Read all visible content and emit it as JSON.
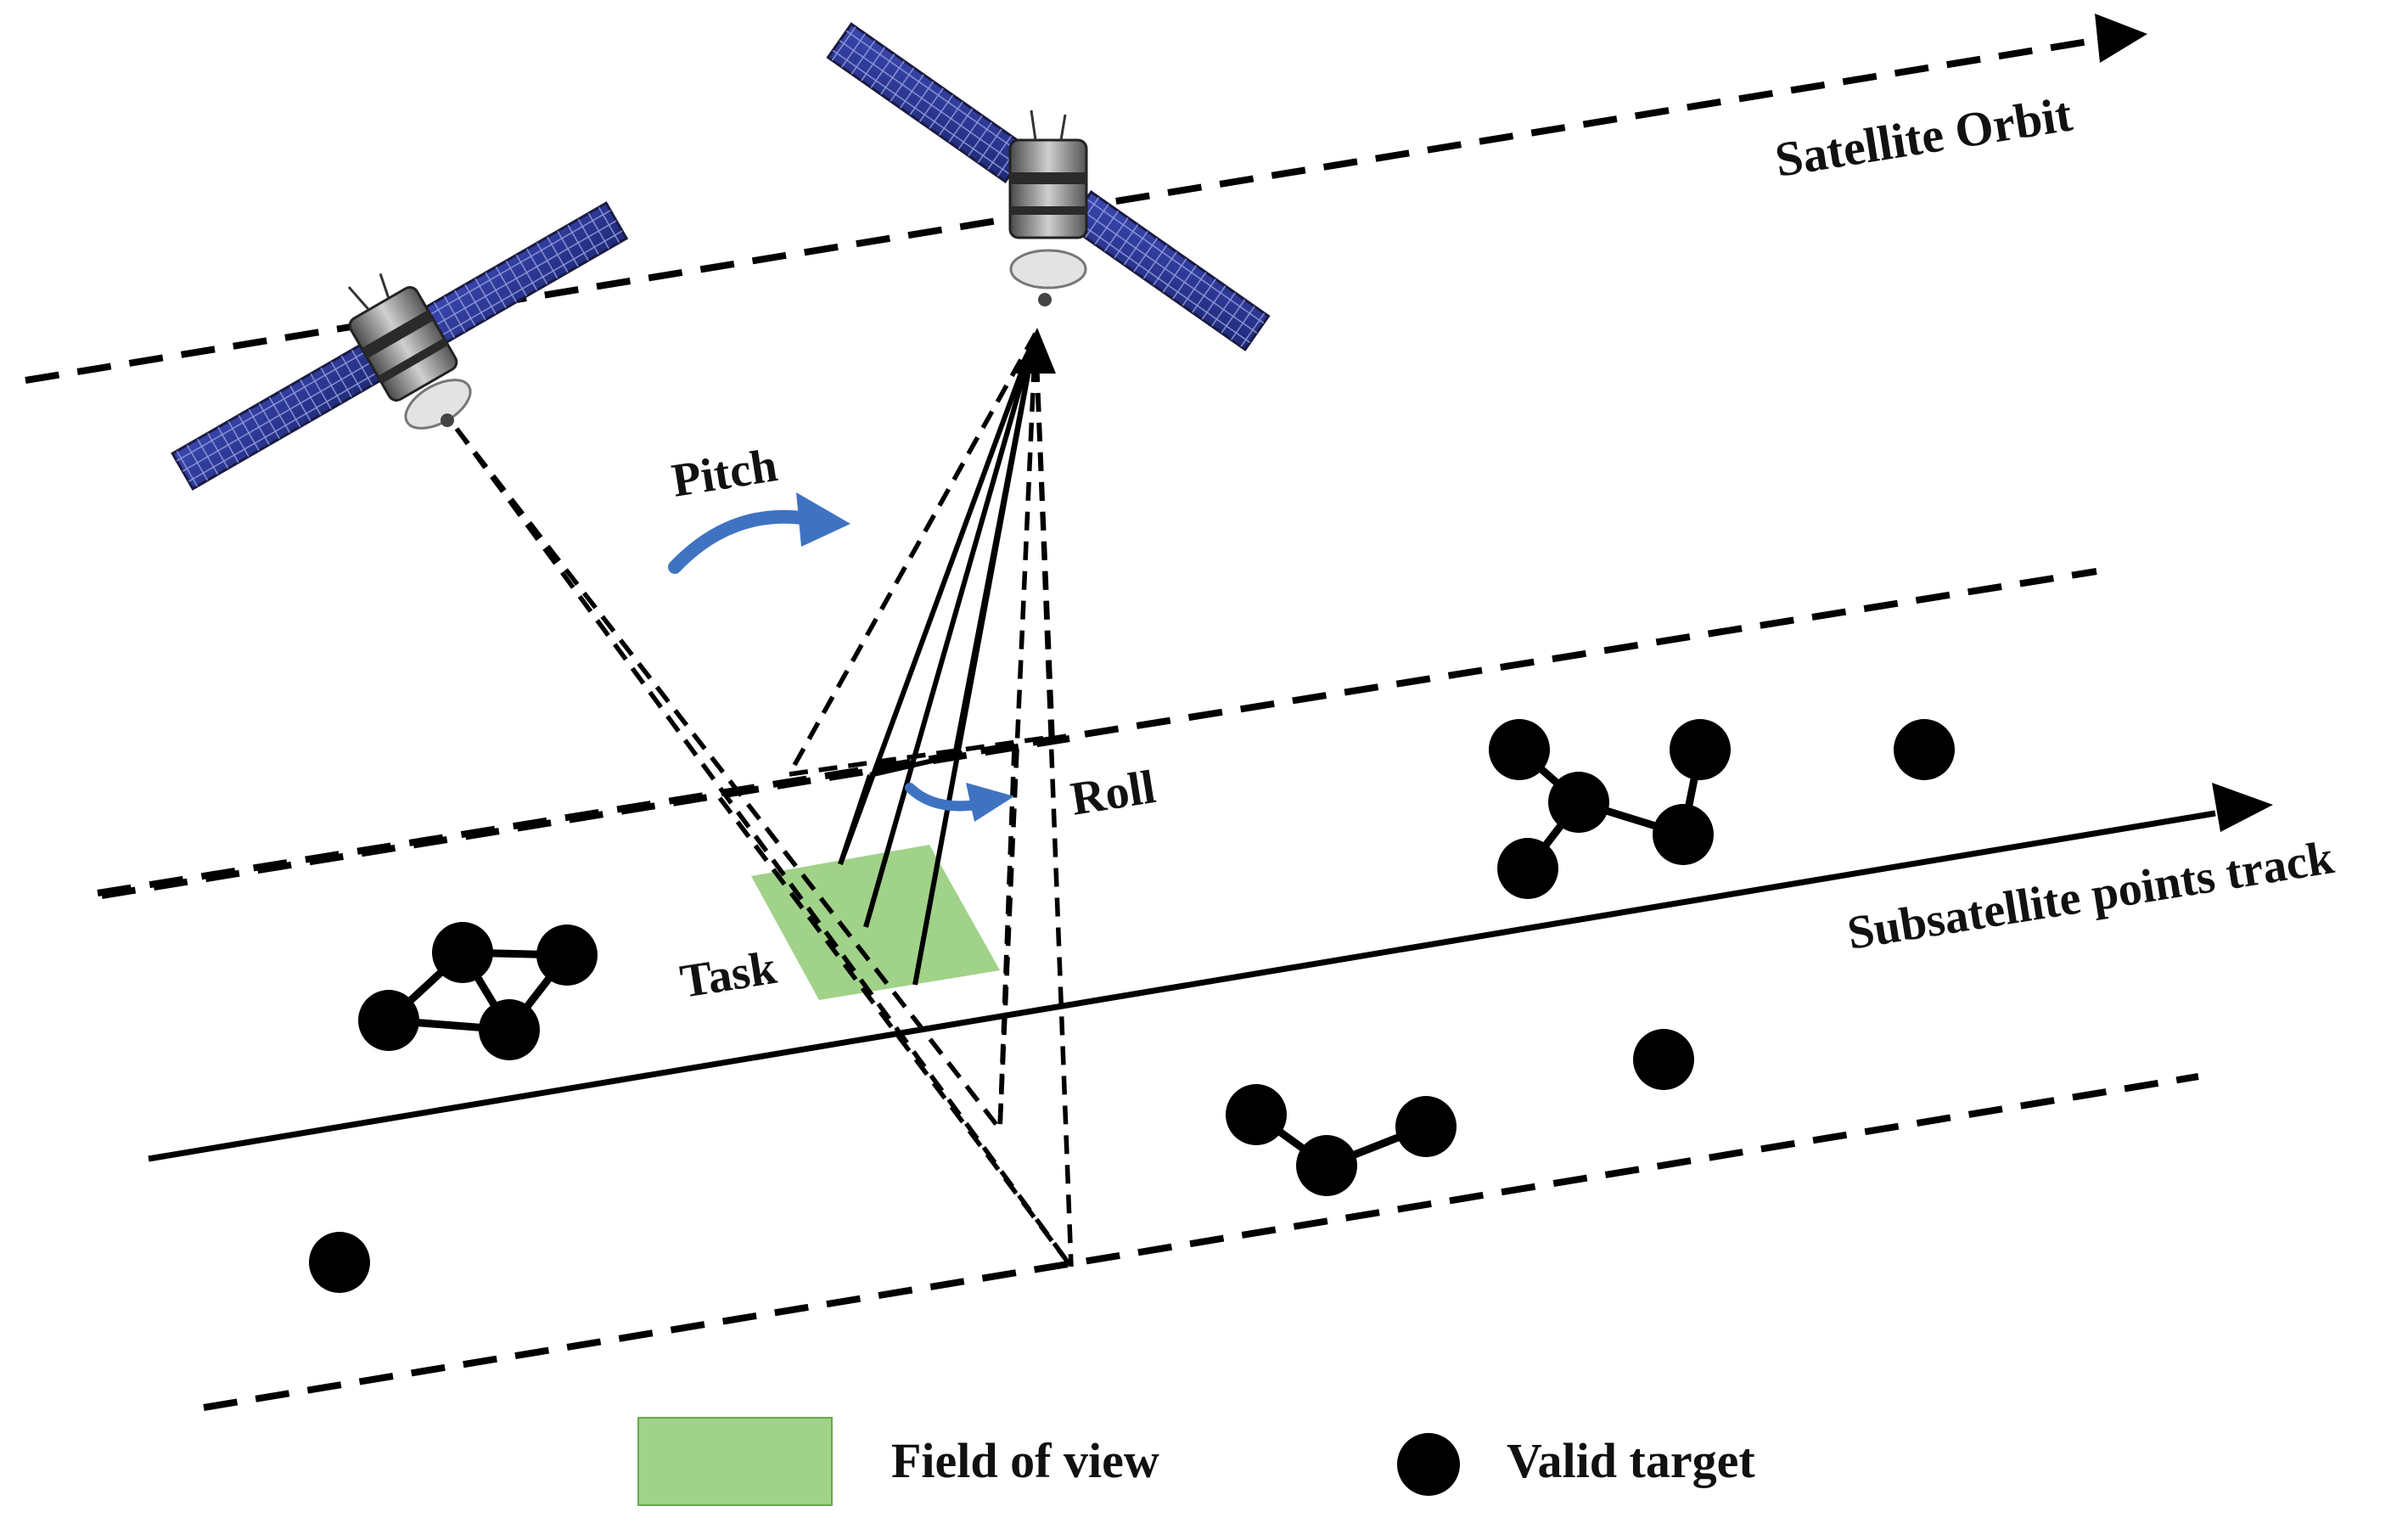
{
  "labels": {
    "satellite_orbit": "Satellite Orbit",
    "pitch": "Pitch",
    "roll": "Roll",
    "task": "Task",
    "subsatellite_track": "Subsatellite points track"
  },
  "legend": {
    "field_of_view": "Field of view",
    "valid_target": "Valid target"
  },
  "colors": {
    "field_of_view_fill": "#8fca74",
    "arrow_blue": "#3f73c2",
    "solar_panel": "#2c3794",
    "line": "#000000"
  }
}
